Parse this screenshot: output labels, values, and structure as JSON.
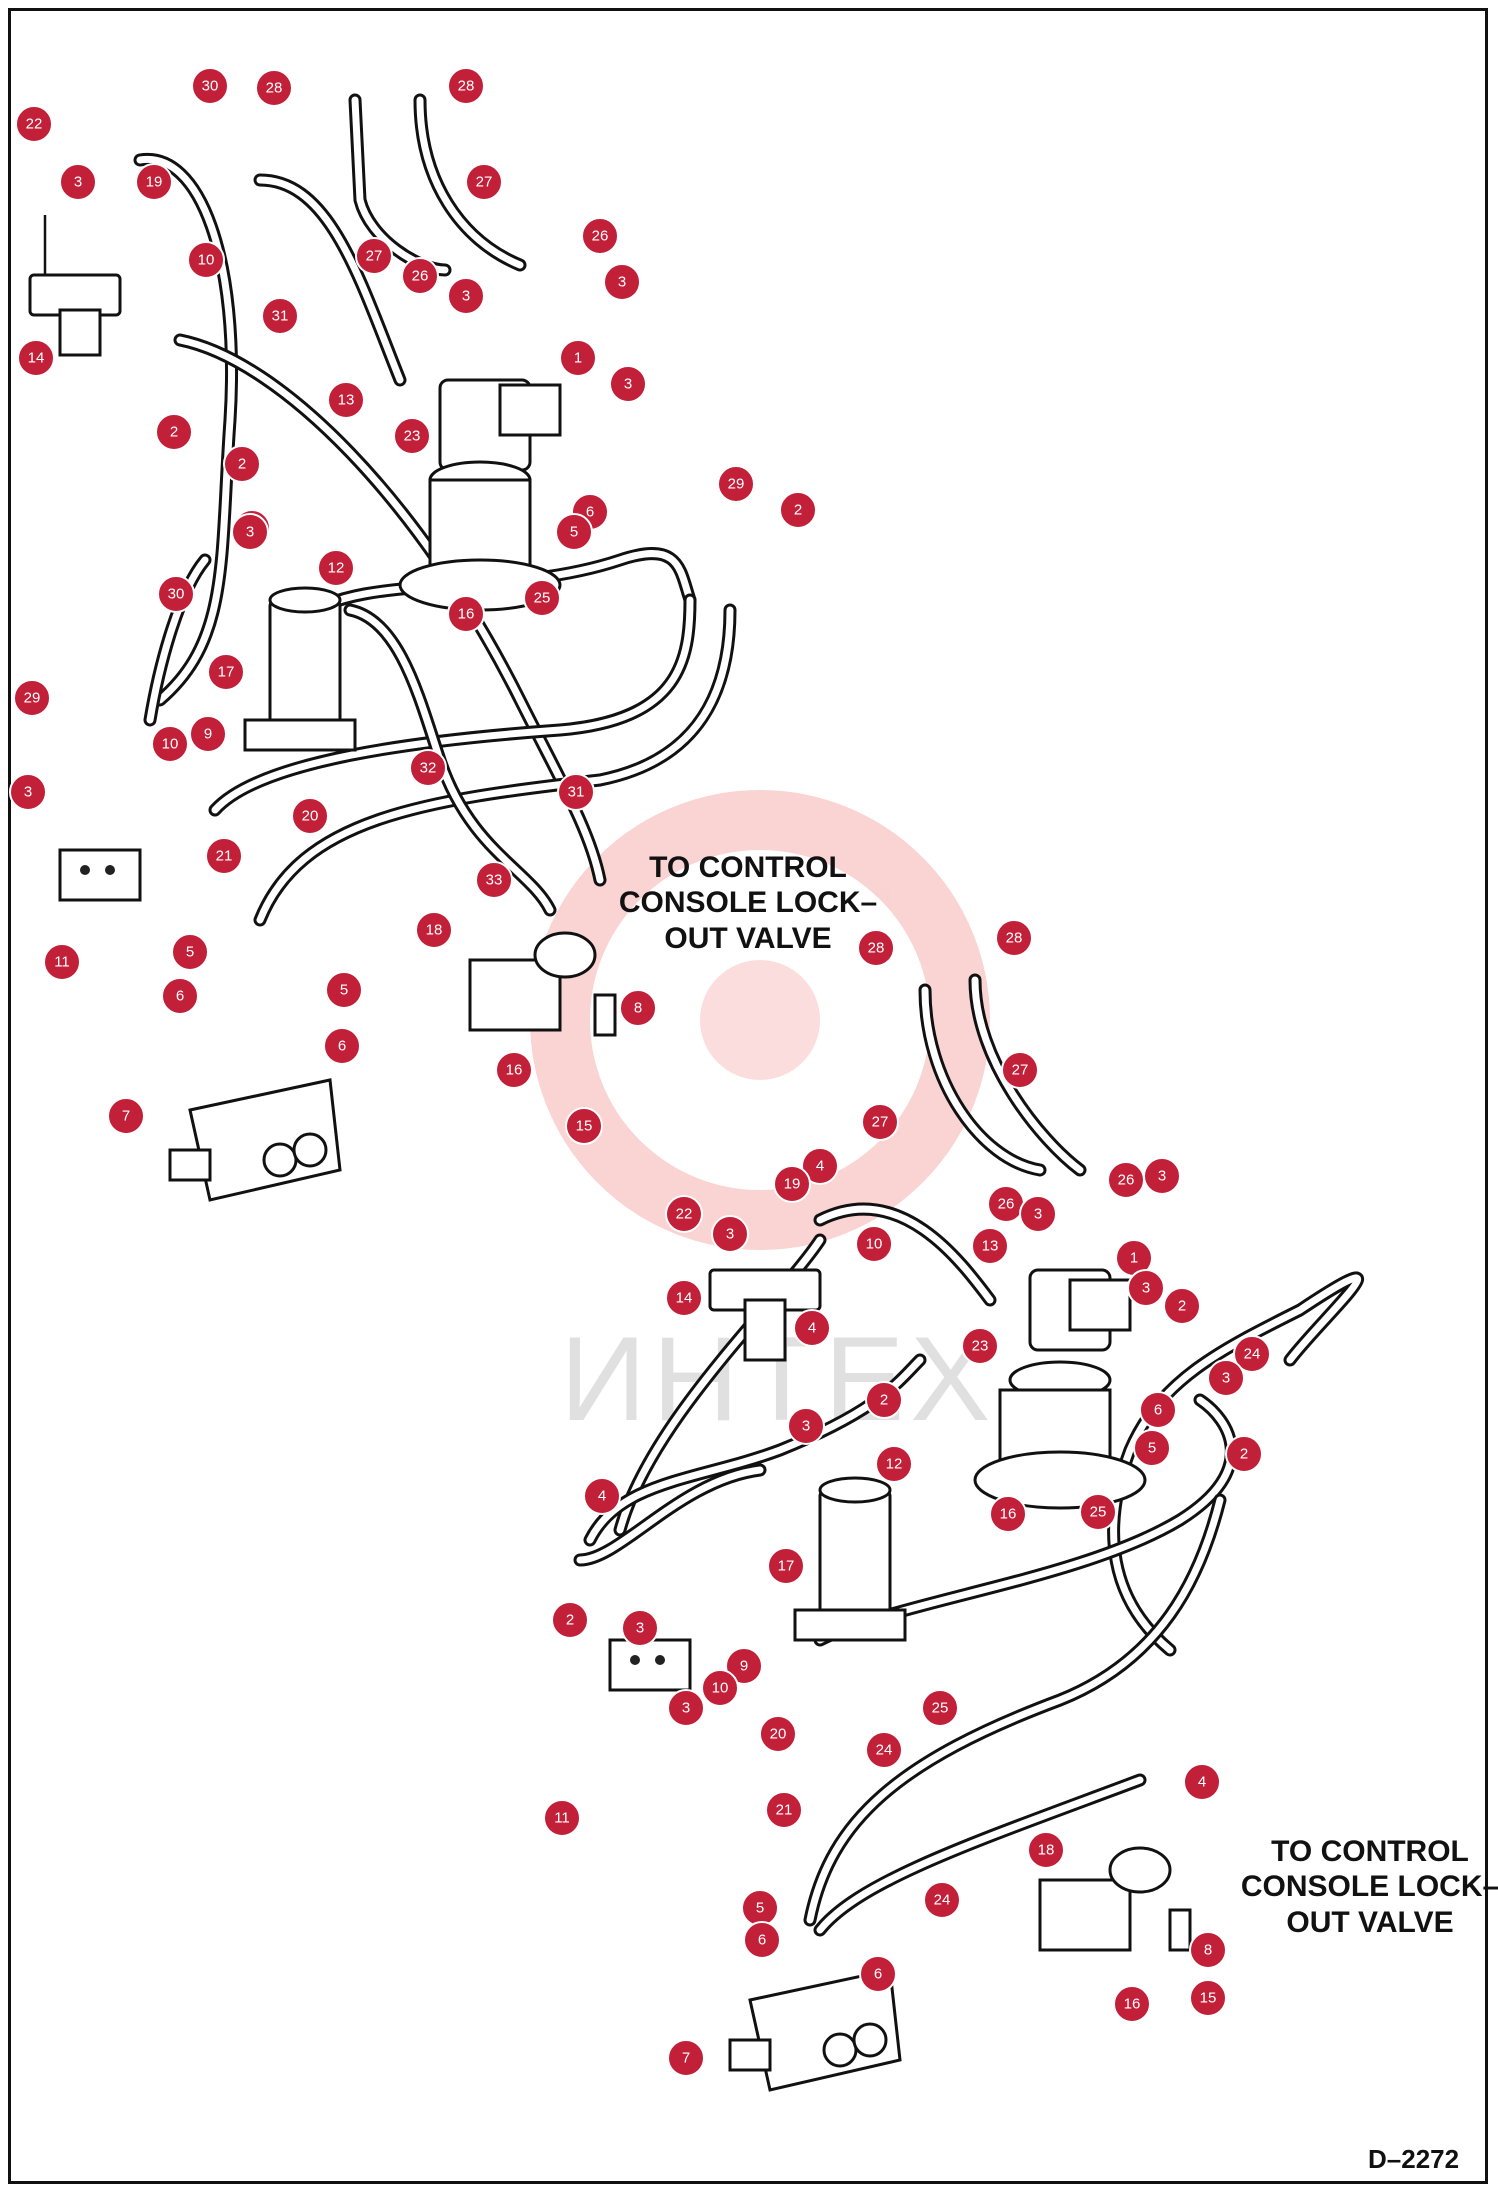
{
  "labels": {
    "console_note_top": "TO CONTROL CONSOLE LOCK–OUT VALVE",
    "console_note_bottom": "TO CONTROL CONSOLE LOCK–OUT VALVE",
    "drawing_id": "D–2272",
    "watermark": "ИНТЕХ"
  },
  "callouts_top": [
    {
      "n": "30"
    },
    {
      "n": "28"
    },
    {
      "n": "28"
    },
    {
      "n": "22"
    },
    {
      "n": "3"
    },
    {
      "n": "19"
    },
    {
      "n": "10"
    },
    {
      "n": "27"
    },
    {
      "n": "26"
    },
    {
      "n": "27"
    },
    {
      "n": "26"
    },
    {
      "n": "3"
    },
    {
      "n": "3"
    },
    {
      "n": "14"
    },
    {
      "n": "31"
    },
    {
      "n": "1"
    },
    {
      "n": "3"
    },
    {
      "n": "13"
    },
    {
      "n": "2"
    },
    {
      "n": "23"
    },
    {
      "n": "3"
    },
    {
      "n": "2"
    },
    {
      "n": "29"
    },
    {
      "n": "2"
    },
    {
      "n": "6"
    },
    {
      "n": "3"
    },
    {
      "n": "5"
    },
    {
      "n": "12"
    },
    {
      "n": "30"
    },
    {
      "n": "16"
    },
    {
      "n": "25"
    },
    {
      "n": "17"
    },
    {
      "n": "29"
    },
    {
      "n": "10"
    },
    {
      "n": "9"
    },
    {
      "n": "32"
    },
    {
      "n": "31"
    },
    {
      "n": "3"
    },
    {
      "n": "20"
    },
    {
      "n": "21"
    },
    {
      "n": "33"
    },
    {
      "n": "11"
    },
    {
      "n": "18"
    },
    {
      "n": "5"
    },
    {
      "n": "5"
    },
    {
      "n": "6"
    },
    {
      "n": "8"
    },
    {
      "n": "6"
    },
    {
      "n": "16"
    },
    {
      "n": "7"
    },
    {
      "n": "15"
    }
  ],
  "callouts_bottom": [
    {
      "n": "28"
    },
    {
      "n": "28"
    },
    {
      "n": "27"
    },
    {
      "n": "27"
    },
    {
      "n": "26"
    },
    {
      "n": "3"
    },
    {
      "n": "4"
    },
    {
      "n": "19"
    },
    {
      "n": "26"
    },
    {
      "n": "3"
    },
    {
      "n": "22"
    },
    {
      "n": "3"
    },
    {
      "n": "10"
    },
    {
      "n": "13"
    },
    {
      "n": "1"
    },
    {
      "n": "14"
    },
    {
      "n": "4"
    },
    {
      "n": "3"
    },
    {
      "n": "2"
    },
    {
      "n": "23"
    },
    {
      "n": "24"
    },
    {
      "n": "3"
    },
    {
      "n": "2"
    },
    {
      "n": "6"
    },
    {
      "n": "3"
    },
    {
      "n": "5"
    },
    {
      "n": "2"
    },
    {
      "n": "12"
    },
    {
      "n": "4"
    },
    {
      "n": "16"
    },
    {
      "n": "25"
    },
    {
      "n": "17"
    },
    {
      "n": "2"
    },
    {
      "n": "3"
    },
    {
      "n": "9"
    },
    {
      "n": "10"
    },
    {
      "n": "3"
    },
    {
      "n": "20"
    },
    {
      "n": "25"
    },
    {
      "n": "24"
    },
    {
      "n": "21"
    },
    {
      "n": "11"
    },
    {
      "n": "4"
    },
    {
      "n": "18"
    },
    {
      "n": "24"
    },
    {
      "n": "5"
    },
    {
      "n": "6"
    },
    {
      "n": "6"
    },
    {
      "n": "8"
    },
    {
      "n": "16"
    },
    {
      "n": "15"
    },
    {
      "n": "7"
    }
  ]
}
